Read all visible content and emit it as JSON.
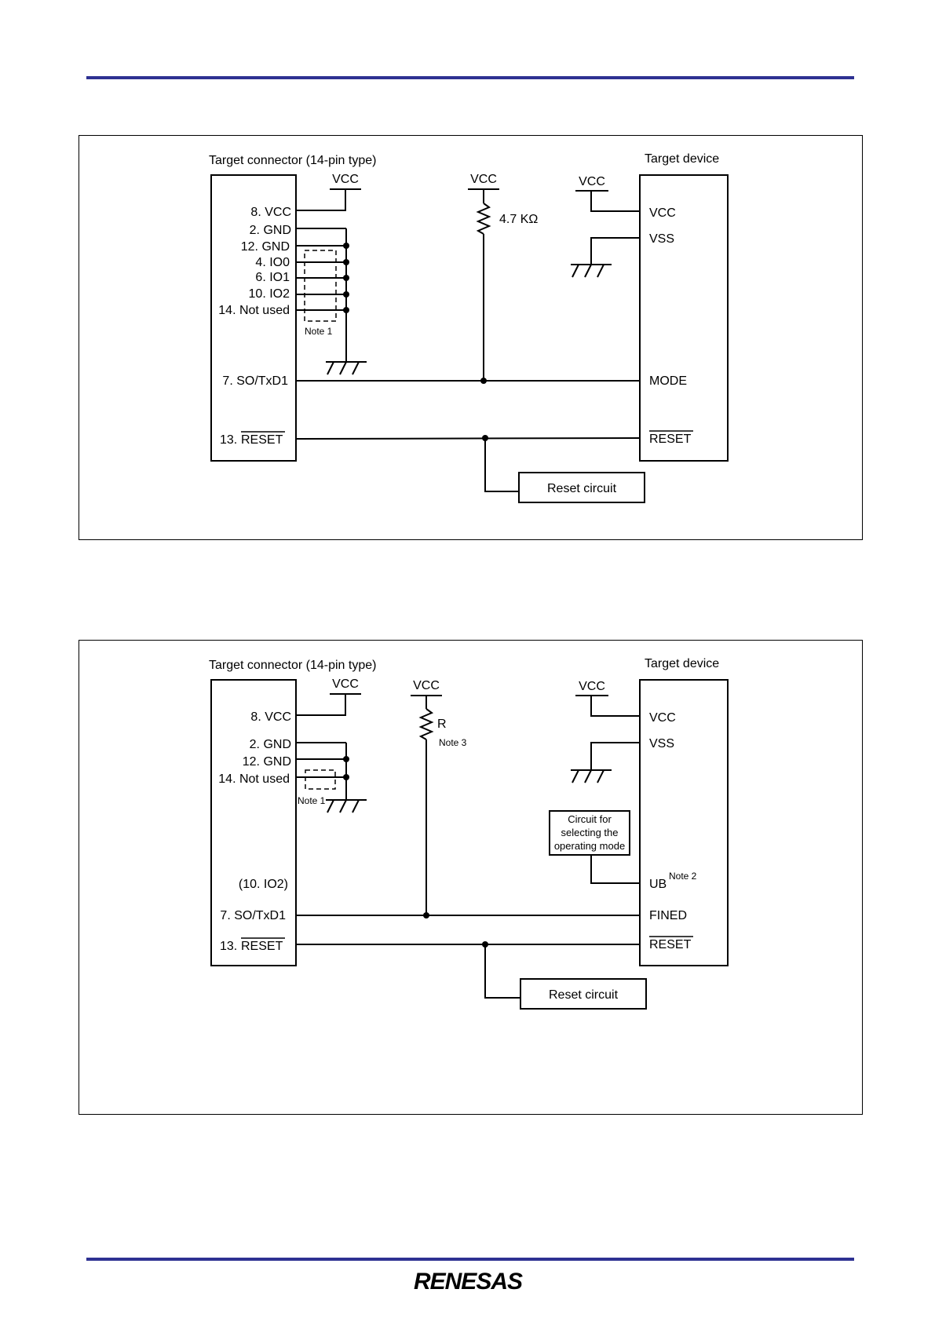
{
  "colors": {
    "rule": "#2e3192",
    "logo": "#2e3192",
    "line": "#000000"
  },
  "diagram1": {
    "connector_title": "Target connector (14-pin type)",
    "device_title": "Target device",
    "vcc": "VCC",
    "resistor_label": "4.7 KΩ",
    "note1": "Note 1",
    "connector_pins": [
      "8. VCC",
      "2. GND",
      "12. GND",
      "4. IO0",
      "6. IO1",
      "10. IO2",
      "14. Not used"
    ],
    "pin_sotxd": "7. SO/TxD1",
    "pin_reset_prefix": "13.",
    "pin_reset_name": "RESET",
    "device_vcc": "VCC",
    "device_vss": "VSS",
    "device_mode": "MODE",
    "device_reset": "RESET",
    "reset_circuit": "Reset circuit"
  },
  "diagram2": {
    "connector_title": "Target connector (14-pin type)",
    "device_title": "Target device",
    "vcc": "VCC",
    "resistor_label": "R",
    "note1": "Note 1",
    "note2": "Note 2",
    "note3": "Note 3",
    "connector_pins": [
      "8. VCC",
      "2. GND",
      "12. GND",
      "14. Not used"
    ],
    "pin_io2": "(10. IO2)",
    "pin_sotxd": "7. SO/TxD1",
    "pin_reset_prefix": "13.",
    "pin_reset_name": "RESET",
    "device_vcc": "VCC",
    "device_vss": "VSS",
    "mode_circuit": [
      "Circuit for",
      "selecting the",
      "operating mode"
    ],
    "device_ub": "UB",
    "device_fined": "FINED",
    "device_reset": "RESET",
    "reset_circuit": "Reset circuit"
  },
  "footer": {
    "logo_text": "RENESAS"
  }
}
